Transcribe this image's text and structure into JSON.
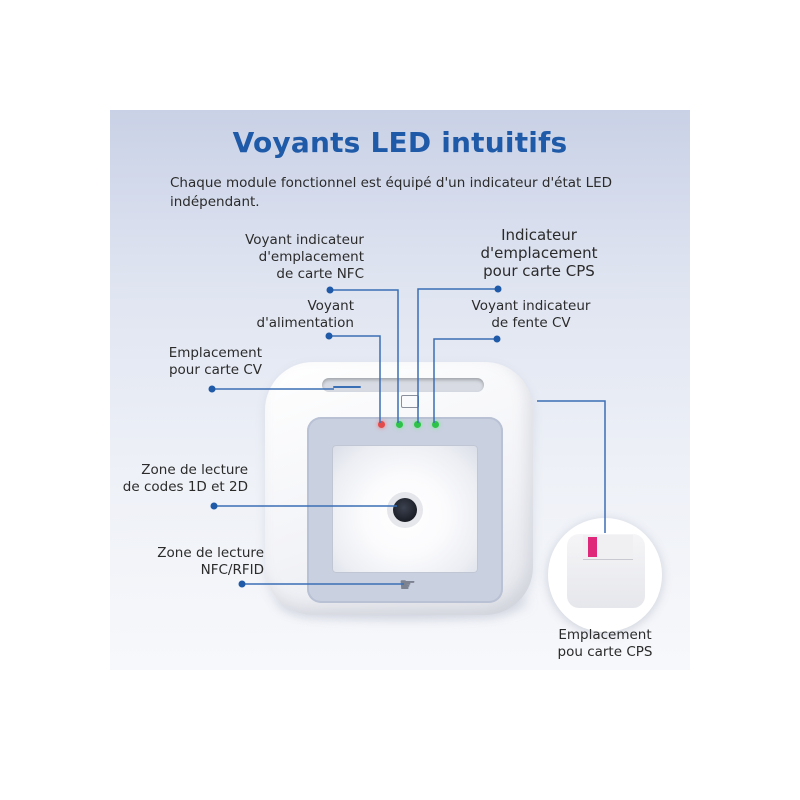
{
  "title": "Voyants LED intuitifs",
  "subtitle": "Chaque module fonctionnel est équipé d'un indicateur d'état LED indépendant.",
  "labels": {
    "nfc_slot_led": [
      "Voyant indicateur",
      "d'emplacement",
      "de carte NFC"
    ],
    "cps_slot_led": [
      "Indicateur",
      "d'emplacement",
      "pour carte CPS"
    ],
    "power_led": [
      "Voyant",
      "d'alimentation"
    ],
    "cv_slot_led": [
      "Voyant indicateur",
      "de fente CV"
    ],
    "cv_slot": [
      "Emplacement",
      "pour carte CV"
    ],
    "barcode_zone": [
      "Zone de lecture",
      "de codes 1D et 2D"
    ],
    "nfc_zone": [
      "Zone de lecture",
      "NFC/RFID"
    ],
    "cps_slot": [
      "Emplacement",
      "pou carte CPS"
    ]
  },
  "colors": {
    "accent": "#1f5aa8",
    "leader_line": "#3b6fb5",
    "led_red": "#e24b4b",
    "led_green": "#2fc24a"
  },
  "icons": {
    "card": "card-icon",
    "nfc": "nfc-icon"
  }
}
